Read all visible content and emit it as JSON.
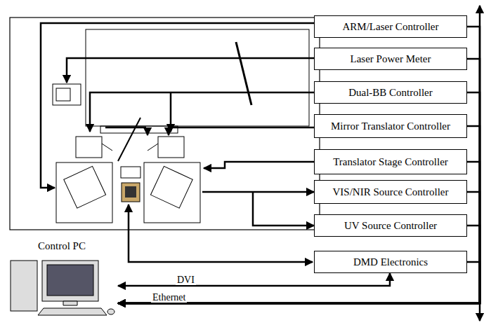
{
  "diagram": {
    "nodes": [
      {
        "text": [
          "ARM/Laser Controller"
        ]
      },
      {
        "text": [
          "Laser Power Meter"
        ]
      },
      {
        "text": [
          "Dual-BB Controller"
        ]
      },
      {
        "text": [
          "Mirror Translator Controller"
        ]
      },
      {
        "text": [
          "Translator Stage Controller"
        ]
      },
      {
        "text": [
          "VIS/NIR Source Controller"
        ]
      },
      {
        "text": [
          "UV Source Controller"
        ]
      },
      {
        "text": [
          "DMD Electronics"
        ]
      },
      {
        "text": [
          "Control PC"
        ]
      }
    ],
    "edges": [
      {
        "from": 7,
        "to": 8,
        "label": "DVI",
        "arrow": "both"
      },
      {
        "from": 0,
        "to": 8,
        "label": "Ethernet",
        "arrow": "to"
      },
      {
        "from": 1,
        "to": 8,
        "arrow": "to"
      },
      {
        "from": 2,
        "to": 8,
        "arrow": "to"
      },
      {
        "from": 3,
        "to": 8,
        "arrow": "to"
      },
      {
        "from": 4,
        "to": 8,
        "arrow": "to"
      },
      {
        "from": 5,
        "to": 8,
        "arrow": "to"
      },
      {
        "from": 6,
        "to": 8,
        "arrow": "to"
      },
      {
        "from": 7,
        "to": 8,
        "arrow": "to"
      }
    ]
  }
}
